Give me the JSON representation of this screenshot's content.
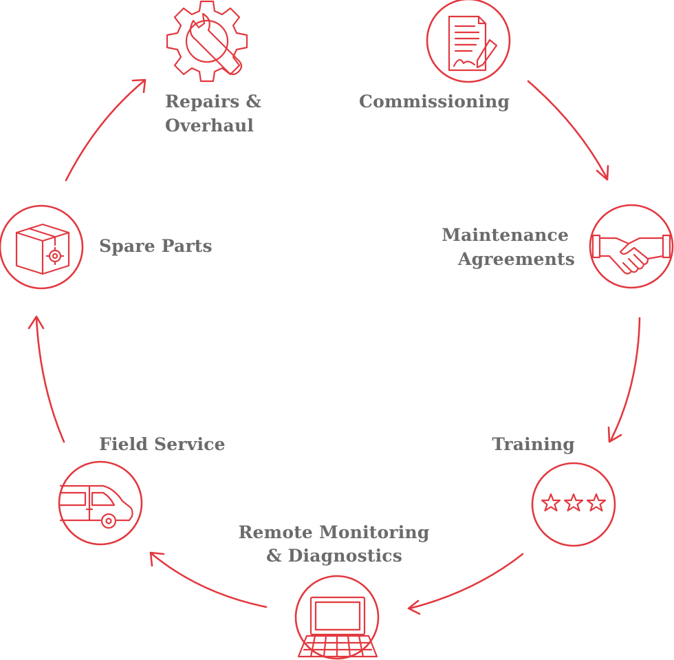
{
  "colors": {
    "accent": "#e2383f",
    "label": "#6b6b6b",
    "background": "#ffffff"
  },
  "stages": [
    {
      "id": "repairs",
      "icon": "gear-wrench-icon",
      "lines": [
        "Repairs &",
        "Overhaul"
      ]
    },
    {
      "id": "commissioning",
      "icon": "signed-document-icon",
      "lines": [
        "Commissioning"
      ]
    },
    {
      "id": "maintenance",
      "icon": "handshake-icon",
      "lines": [
        "Maintenance",
        "Agreements"
      ]
    },
    {
      "id": "training",
      "icon": "three-stars-icon",
      "lines": [
        "Training"
      ]
    },
    {
      "id": "remote",
      "icon": "laptop-icon",
      "lines": [
        "Remote Monitoring",
        "& Diagnostics"
      ]
    },
    {
      "id": "field",
      "icon": "service-van-icon",
      "lines": [
        "Field Service"
      ]
    },
    {
      "id": "spares",
      "icon": "parts-box-icon",
      "lines": [
        "Spare Parts"
      ]
    }
  ]
}
